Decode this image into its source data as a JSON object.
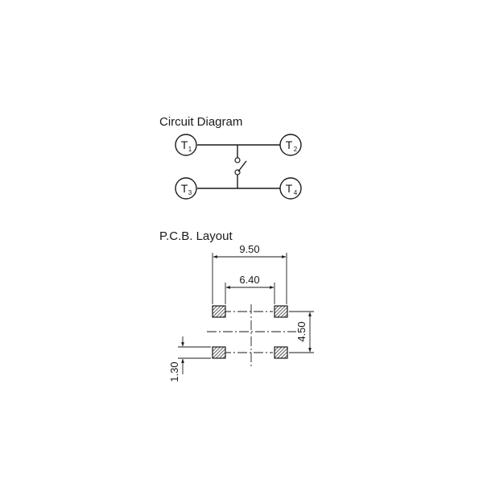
{
  "circuit": {
    "title": "Circuit Diagram",
    "terminals": [
      {
        "name": "T",
        "sub": "1"
      },
      {
        "name": "T",
        "sub": "2"
      },
      {
        "name": "T",
        "sub": "3"
      },
      {
        "name": "T",
        "sub": "4"
      }
    ]
  },
  "pcb": {
    "title": "P.C.B. Layout",
    "dims": {
      "outer_width": "9.50",
      "inner_width": "6.40",
      "pad_spacing": "4.50",
      "pad_height": "1.30"
    }
  }
}
